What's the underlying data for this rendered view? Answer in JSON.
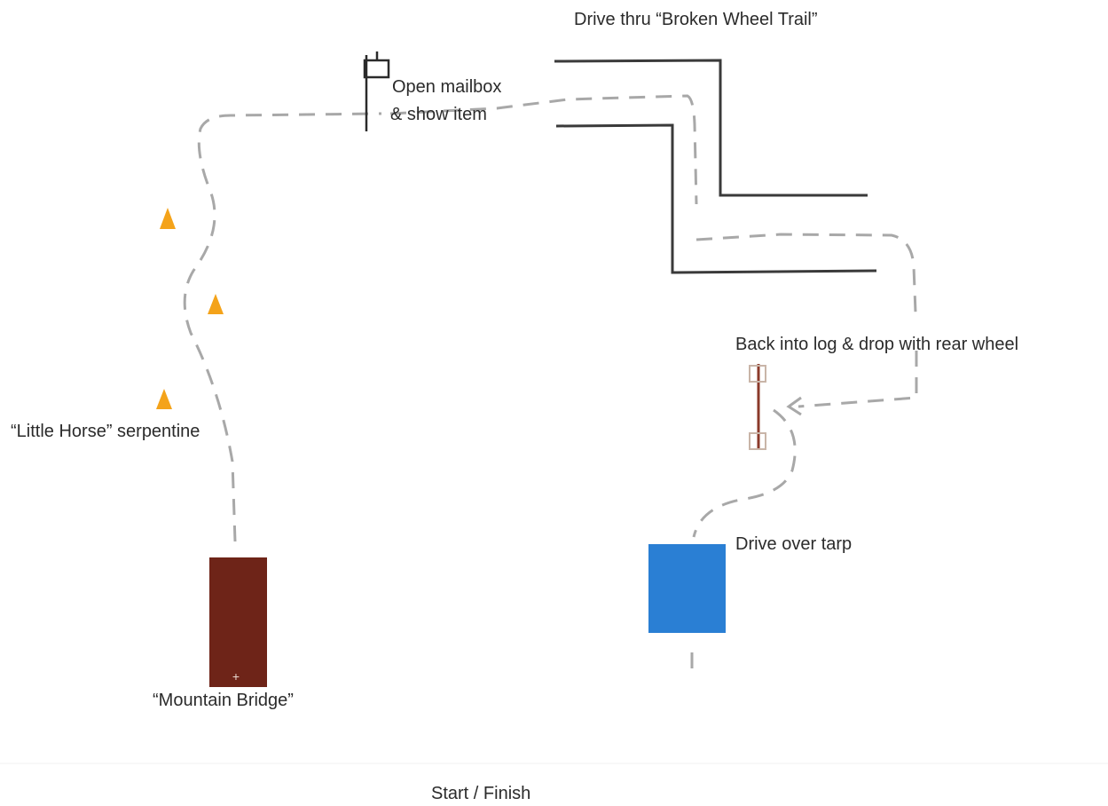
{
  "labels": {
    "trail": "Drive thru “Broken Wheel Trail”",
    "mailbox_line1": "Open mailbox",
    "mailbox_line2": "& show item",
    "log": "Back into log & drop with rear wheel",
    "serpentine": "“Little Horse” serpentine",
    "tarp": "Drive over tarp",
    "bridge": "“Mountain Bridge”",
    "start_finish": "Start / Finish"
  },
  "colors": {
    "path_dash": "#a8a8a8",
    "trail_wall": "#3a3a3a",
    "cone": "#f4a31a",
    "bridge": "#6e2418",
    "tarp": "#2a7fd4",
    "log": "#8b3a2a",
    "mailbox": "#2b2b2b",
    "text": "#2b2b2b"
  },
  "icons": {
    "cone": "traffic-cone-icon",
    "mailbox": "mailbox-icon",
    "log": "log-icon",
    "arrow": "arrowhead-icon"
  }
}
